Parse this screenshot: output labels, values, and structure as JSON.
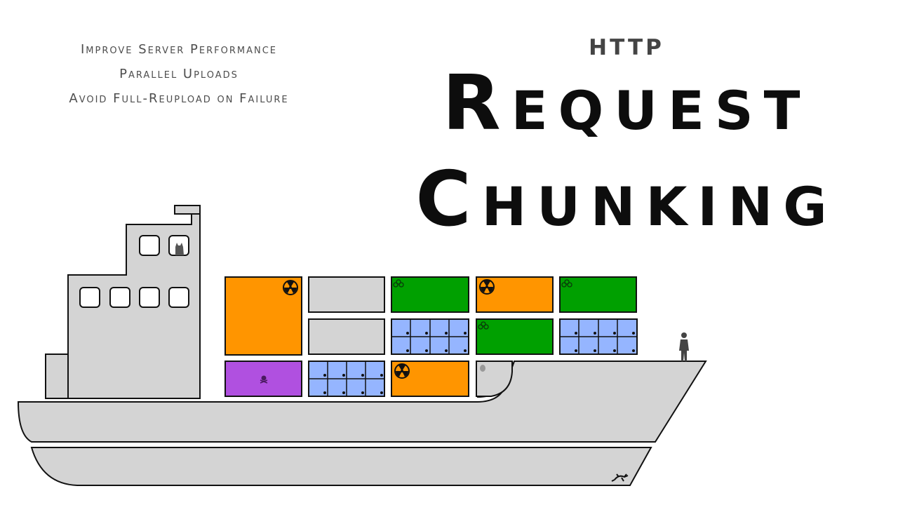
{
  "bullets": [
    "Improve Server Performance",
    "Parallel Uploads",
    "Avoid Full-Reupload on Failure"
  ],
  "heading": {
    "subtitle": "HTTP",
    "line1": "Request",
    "line2": "Chunking"
  },
  "colors": {
    "hull": "#d4d4d4",
    "container_orange": "#ff9500",
    "container_green": "#00a000",
    "container_blue": "#95b5ff",
    "container_grey": "#d4d4d4",
    "container_purple": "#b050e0",
    "outline": "#111111"
  },
  "icons": [
    "radiation-icon",
    "biohazard-icon",
    "skull-icon",
    "alien-icon",
    "cat-icon",
    "person-icon",
    "gecko-icon"
  ]
}
